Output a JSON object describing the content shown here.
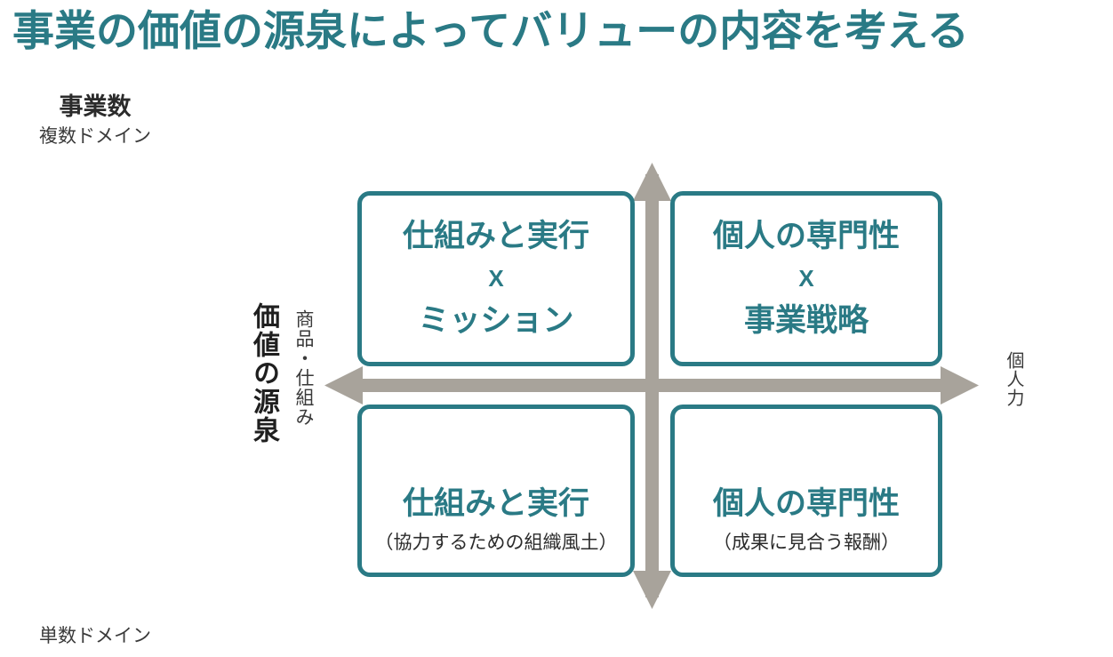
{
  "page": {
    "title": "事業の価値の源泉によってバリューの内容を考える",
    "accent_color": "#2a7a85",
    "axis_color": "#a8a39b",
    "text_color": "#2b2b2b",
    "background_color": "#ffffff"
  },
  "axes": {
    "vertical": {
      "top_main_label": "事業数",
      "top_sub_label": "複数ドメイン",
      "bottom_label": "単数ドメイン",
      "arrow": "double-headed-vertical-arrow"
    },
    "horizontal": {
      "left_main_label": "価値の源泉",
      "left_sub_label": "商品・仕組み",
      "right_label": "個人力",
      "arrow": "double-headed-horizontal-arrow"
    }
  },
  "quadrants": [
    {
      "id": "top-left",
      "line1": "仕組みと実行",
      "operator": "X",
      "line2": "ミッション",
      "note": ""
    },
    {
      "id": "top-right",
      "line1": "個人の専門性",
      "operator": "X",
      "line2": "事業戦略",
      "note": ""
    },
    {
      "id": "bottom-left",
      "line1": "仕組みと実行",
      "operator": "",
      "line2": "",
      "note": "（協力するための組織風土）"
    },
    {
      "id": "bottom-right",
      "line1": "個人の専門性",
      "operator": "",
      "line2": "",
      "note": "（成果に見合う報酬）"
    }
  ]
}
